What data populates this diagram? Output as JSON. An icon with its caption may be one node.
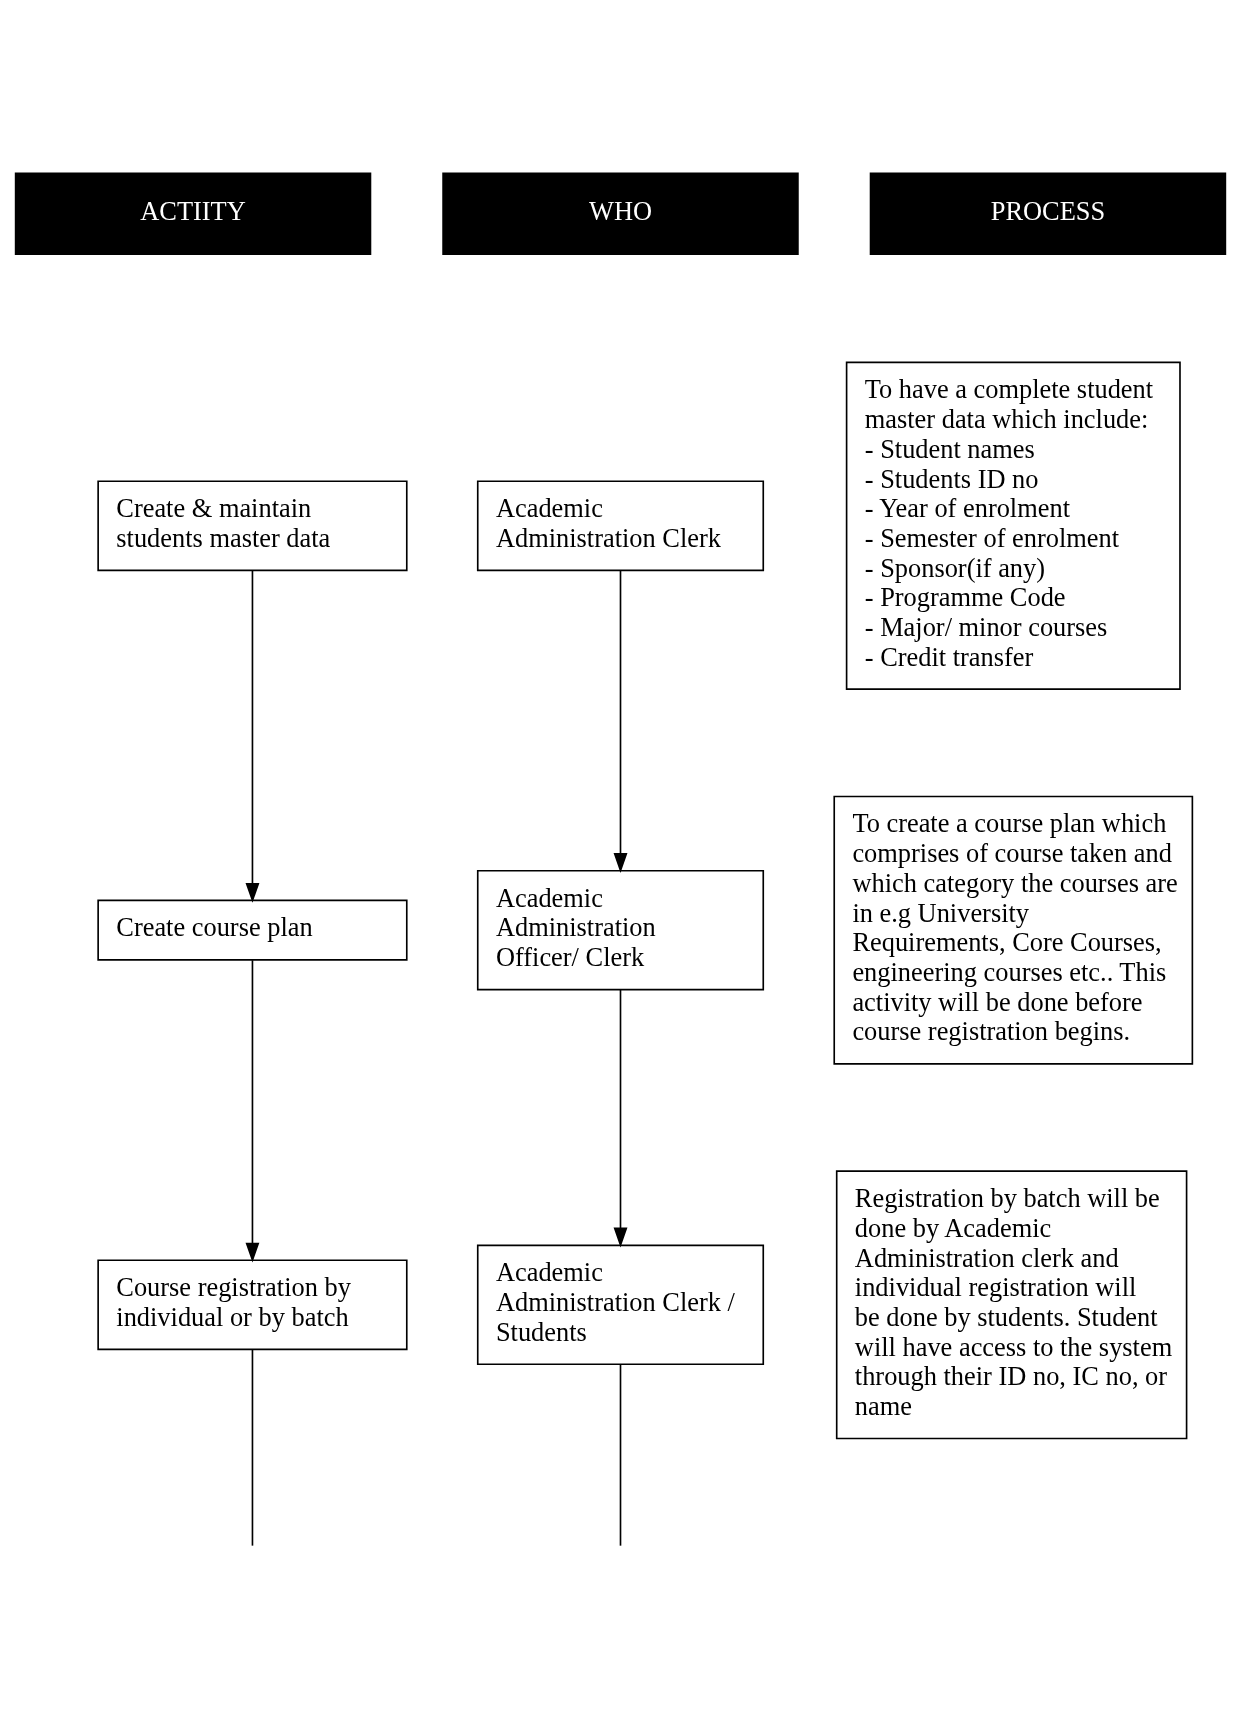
{
  "diagram": {
    "nodes": [
      {
        "text": [
          "Create & maintain students master data"
        ]
      },
      {
        "text": [
          "Academic Administration Clerk"
        ]
      },
      {
        "text": [
          "To have a complete student master data which include:",
          "- Student names",
          "- Students ID no",
          "- Year of enrolment",
          "- Semester of enrolment",
          "- Sponsor(if any)",
          "- Programme Code",
          "- Major/ minor courses",
          "- Credit transfer"
        ]
      },
      {
        "text": [
          "Create course plan"
        ]
      },
      {
        "text": [
          "Academic Administration Officer/ Clerk"
        ]
      },
      {
        "text": [
          "To create a course plan which comprises of course taken and which category the courses are in e.g University Requirements, Core Courses, engineering courses etc.. This activity will be done before course registration begins."
        ]
      },
      {
        "text": [
          "Course registration by individual or by batch"
        ]
      },
      {
        "text": [
          "Academic Administration Clerk / Students"
        ]
      },
      {
        "text": [
          "Registration by batch will be done by Academic Administration clerk and individual registration will be done by students. Student will have access to the system through their ID no, IC no, or name"
        ]
      }
    ],
    "edges": [
      {
        "from": 0,
        "to": 3,
        "arrow": "to"
      },
      {
        "from": 3,
        "to": 6,
        "arrow": "to"
      },
      {
        "from": 6,
        "to": null,
        "arrow": "none"
      },
      {
        "from": 1,
        "to": 4,
        "arrow": "to"
      },
      {
        "from": 4,
        "to": 7,
        "arrow": "to"
      },
      {
        "from": 7,
        "to": null,
        "arrow": "none"
      }
    ],
    "labels": [
      "ACTIITY",
      "WHO",
      "PROCESS"
    ]
  }
}
